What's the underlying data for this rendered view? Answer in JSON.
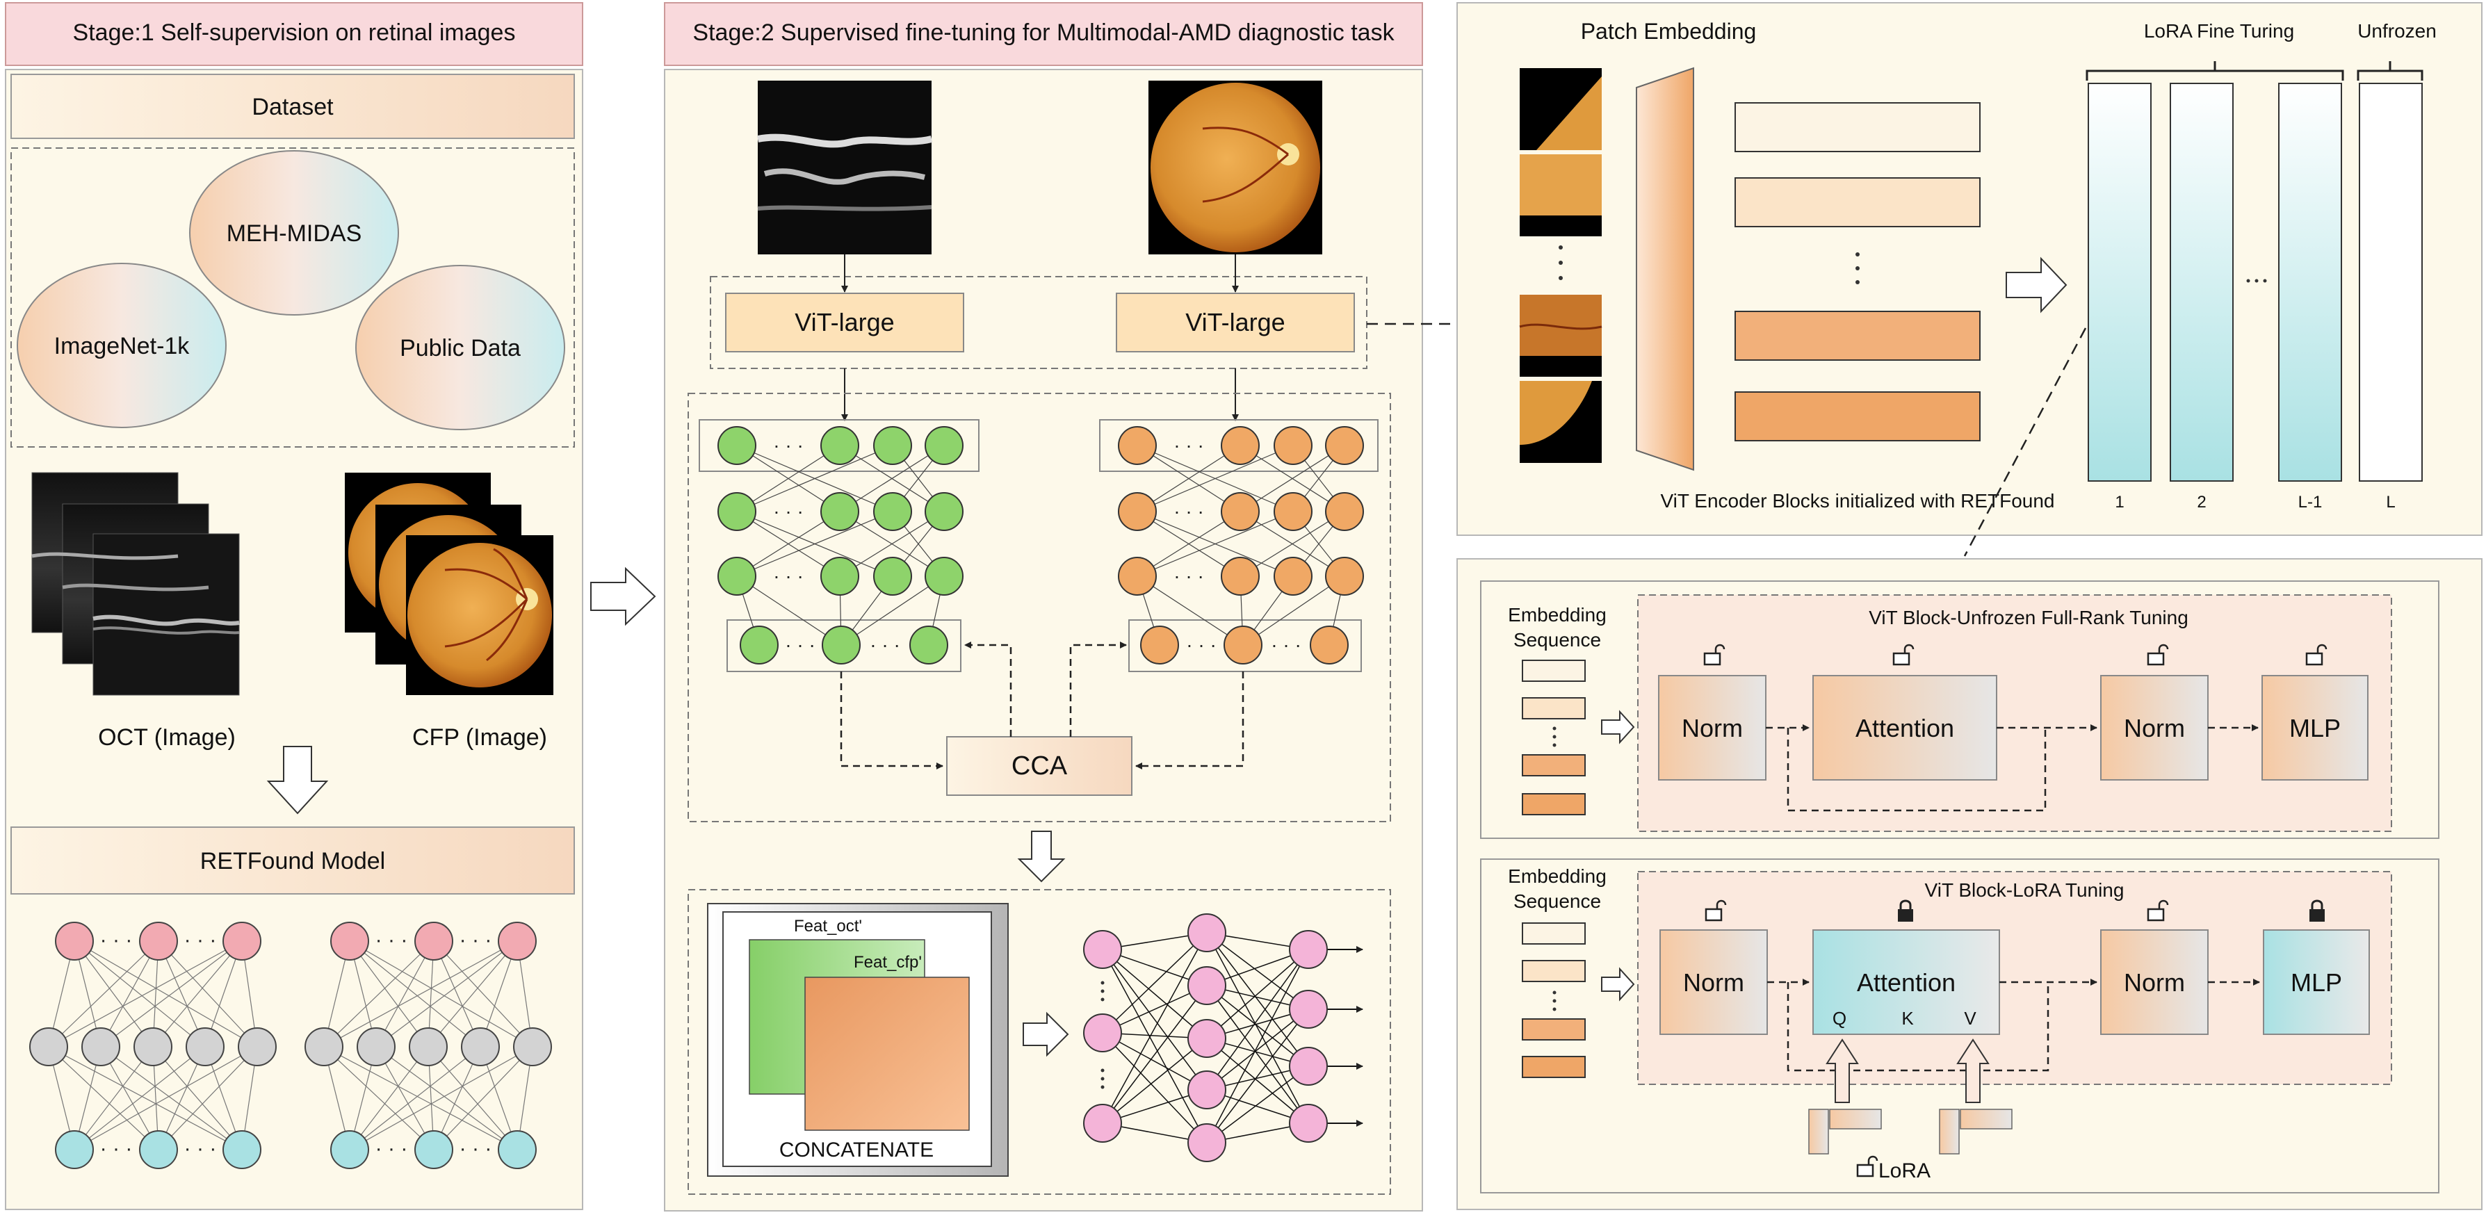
{
  "stage1": {
    "title": "Stage:1 Self-supervision on retinal images",
    "dataset_label": "Dataset",
    "datasets": [
      "MEH-MIDAS",
      "ImageNet-1k",
      "Public Data"
    ],
    "oct_label": "OCT (Image)",
    "cfp_label": "CFP (Image)",
    "model_label": "RETFound Model"
  },
  "stage2": {
    "title": "Stage:2 Supervised fine-tuning for Multimodal-AMD diagnostic task",
    "encoder_left": "ViT-large",
    "encoder_right": "ViT-large",
    "cca_label": "CCA",
    "feat_oct": "Feat_oct'",
    "feat_cfp": "Feat_cfp'",
    "concat_label": "CONCATENATE"
  },
  "vit_panel": {
    "patch_embedding": "Patch Embedding",
    "encoder_caption": "ViT Encoder Blocks initialized with RETFound",
    "lora_fine_tuning": "LoRA Fine Turing",
    "unfrozen": "Unfrozen",
    "block_labels": [
      "1",
      "2",
      "L-1",
      "L"
    ]
  },
  "blocks": {
    "embedding_sequence": "Embedding Sequence",
    "full_rank_title": "ViT Block-Unfrozen Full-Rank Tuning",
    "lora_title": "ViT Block-LoRA Tuning",
    "norm": "Norm",
    "attention": "Attention",
    "mlp": "MLP",
    "q": "Q",
    "k": "K",
    "v": "V",
    "lora_label": "LoRA"
  },
  "ellipsis": "· · ·",
  "colors": {
    "stage_header": "#f9d9dc",
    "panel_bg": "#fdf9ea",
    "green_node": "#8ed36b",
    "orange_node": "#f0a865",
    "pink_node": "#f4b4d8",
    "gray_node": "#d3d3d3",
    "cyan_node": "#a9e1e3",
    "rose_node": "#f2aab2",
    "vit_box": "#fde2b8",
    "orange_bar": "#f0ad6f",
    "block_bg": "#fbe9de",
    "teal_grad": "#a9e1e3"
  }
}
